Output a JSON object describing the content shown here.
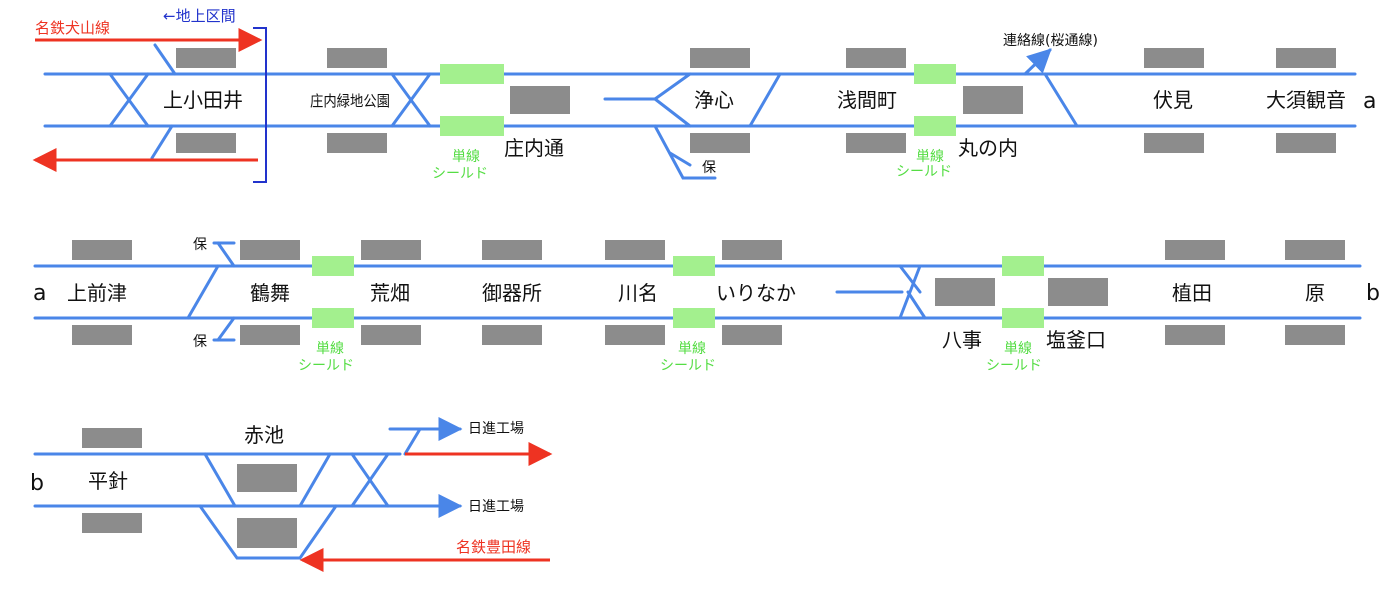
{
  "rows": [
    {
      "stations": [
        "上小田井",
        "庄内緑地公園",
        "庄内通",
        "浄心",
        "浅間町",
        "丸の内",
        "伏見",
        "大須観音"
      ],
      "end_marker": "a"
    },
    {
      "start_marker": "a",
      "stations": [
        "上前津",
        "鶴舞",
        "荒畑",
        "御器所",
        "川名",
        "いりなか",
        "八事",
        "塩釜口",
        "植田",
        "原"
      ],
      "end_marker": "b"
    },
    {
      "start_marker": "b",
      "stations": [
        "平針",
        "赤池"
      ]
    }
  ],
  "labels": {
    "meitetsu_inuyama": "名鉄犬山線",
    "ground_section": "←地上区間",
    "connecting_line": "連絡線(桜通線)",
    "siding": "保",
    "single_line": "単線",
    "shield": "シールド",
    "nisshin_depot": "日進工場",
    "meitetsu_toyota": "名鉄豊田線"
  },
  "colors": {
    "track": "#4a86e8",
    "platform": "#8c8c8c",
    "single_shield": "#a3f08e",
    "through_service": "#ee3322",
    "ground_section": "#2233cc"
  }
}
